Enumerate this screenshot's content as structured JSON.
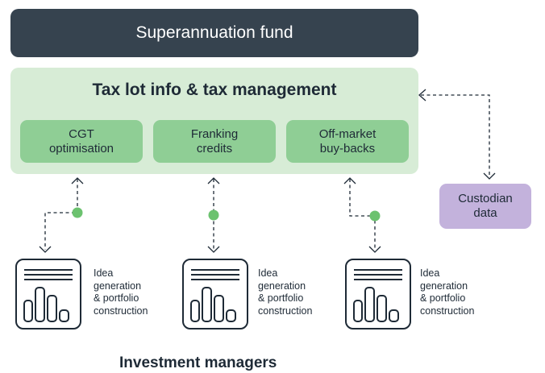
{
  "fund": {
    "title": "Superannuation fund"
  },
  "tax_management": {
    "title": "Tax lot info & tax management",
    "items": [
      {
        "label": "CGT\noptimisation"
      },
      {
        "label": "Franking\ncredits"
      },
      {
        "label": "Off-market\nbuy-backs"
      }
    ]
  },
  "custodian": {
    "label": "Custodian\ndata"
  },
  "managers": [
    {
      "icon": "bar-chart-document-icon",
      "label": "Idea\ngeneration\n& portfolio\nconstruction"
    },
    {
      "icon": "bar-chart-document-icon",
      "label": "Idea\ngeneration\n& portfolio\nconstruction"
    },
    {
      "icon": "bar-chart-document-icon",
      "label": "Idea\ngeneration\n& portfolio\nconstruction"
    }
  ],
  "footer": {
    "title": "Investment managers"
  },
  "colors": {
    "fund_bg": "#36434f",
    "tax_bg": "#d7ecd6",
    "pill_bg": "#8fce95",
    "custodian_bg": "#c3b2dc",
    "node_dot": "#6cc26f"
  }
}
